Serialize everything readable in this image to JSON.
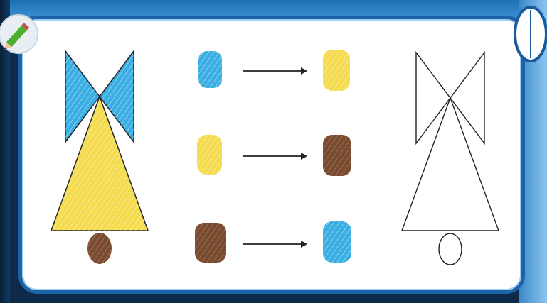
{
  "icons": {
    "pencil": "pencil-icon",
    "circle_button": "circle-button-icon"
  },
  "colors": {
    "frame": "#1d63a8",
    "blue": "#3aaee3",
    "yellow": "#f4dc4e",
    "brown": "#7a4a2e",
    "outline": "#222222"
  },
  "color_mapping": [
    {
      "from": "blue",
      "to": "yellow"
    },
    {
      "from": "yellow",
      "to": "brown"
    },
    {
      "from": "brown",
      "to": "blue"
    }
  ]
}
